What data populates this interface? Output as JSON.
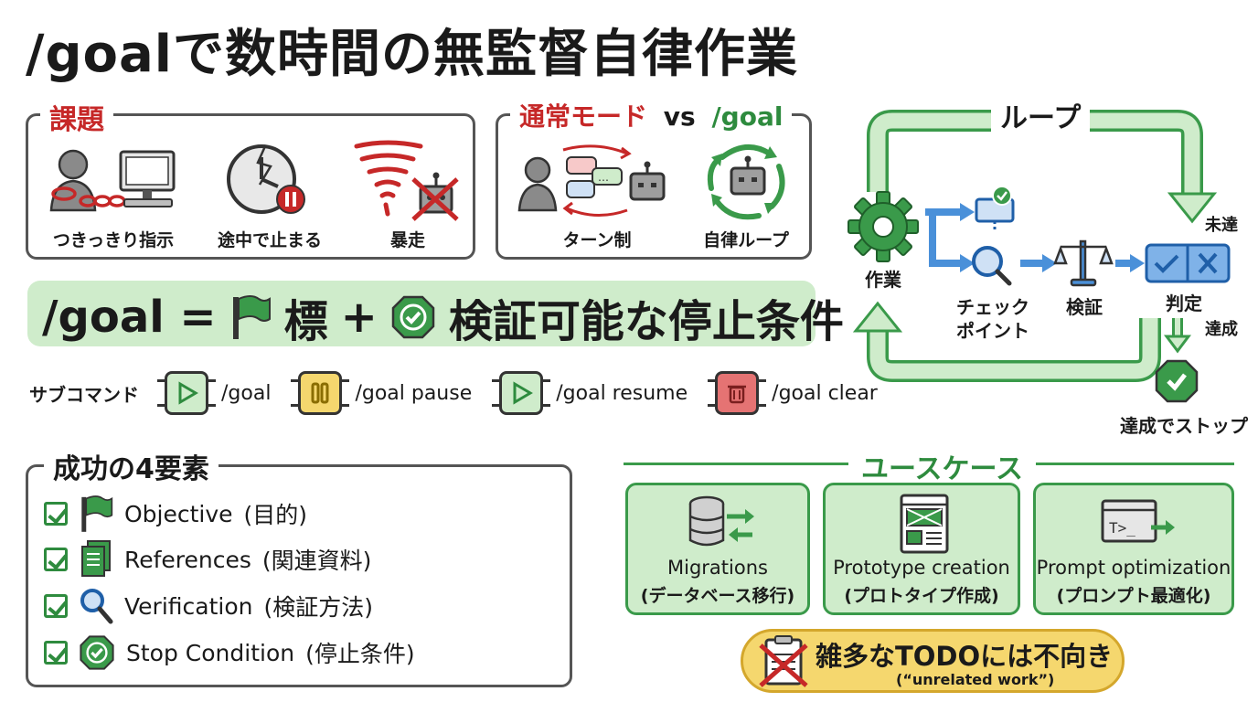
{
  "title": "/goalで数時間の無監督自律作業",
  "issues": {
    "heading": "課題",
    "items": [
      "つきっきり指示",
      "途中で止まる",
      "暴走"
    ]
  },
  "modes": {
    "normal": "通常モード",
    "vs": "vs",
    "goal": "/goal",
    "normal_caption": "ターン制",
    "goal_caption": "自律ループ"
  },
  "formula": {
    "lhs": "/goal =",
    "term1": "標",
    "plus": "+",
    "term2": "検証可能な停止条件"
  },
  "subcommands": {
    "label": "サブコマンド",
    "items": [
      "/goal",
      "/goal pause",
      "/goal resume",
      "/goal clear"
    ]
  },
  "elements": {
    "heading": "成功の4要素",
    "items": [
      {
        "en": "Objective",
        "jp": "(目的)"
      },
      {
        "en": "References",
        "jp": "(関連資料)"
      },
      {
        "en": "Verification",
        "jp": "(検証方法)"
      },
      {
        "en": "Stop Condition",
        "jp": "(停止条件)"
      }
    ]
  },
  "loop": {
    "title": "ループ",
    "work": "作業",
    "checkpoint_1": "チェック",
    "checkpoint_2": "ポイント",
    "verify": "検証",
    "judge": "判定",
    "not_achieved": "未達",
    "achieved": "達成",
    "stop": "達成でストップ"
  },
  "usecases": {
    "heading": "ユースケース",
    "items": [
      {
        "en": "Migrations",
        "jp": "(データベース移行)"
      },
      {
        "en": "Prototype creation",
        "jp": "(プロトタイプ作成)"
      },
      {
        "en": "Prompt optimization",
        "jp": "(プロンプト最適化)"
      }
    ],
    "warning": "雑多なTODOには不向き",
    "warning_sub": "(“unrelated work”)"
  },
  "colors": {
    "accent_green": "#2e8b3e",
    "light_green": "#cfeccb",
    "accent_red": "#c62828",
    "pause_yellow": "#f5d76e",
    "clear_red": "#e57373",
    "loop_blue": "#4a90d9"
  },
  "icons": [
    "user-icon",
    "computer-icon",
    "chain-icon",
    "broken-clock-icon",
    "pause-icon",
    "tornado-icon",
    "robot-icon",
    "chat-bubbles-icon",
    "cycle-arrows-icon",
    "flag-icon",
    "check-shield-icon",
    "play-icon",
    "trash-icon",
    "document-icon",
    "magnifier-icon",
    "gear-icon",
    "scale-icon",
    "checkmark-cross-icon",
    "database-icon",
    "wireframe-icon",
    "terminal-icon",
    "clipboard-icon"
  ]
}
